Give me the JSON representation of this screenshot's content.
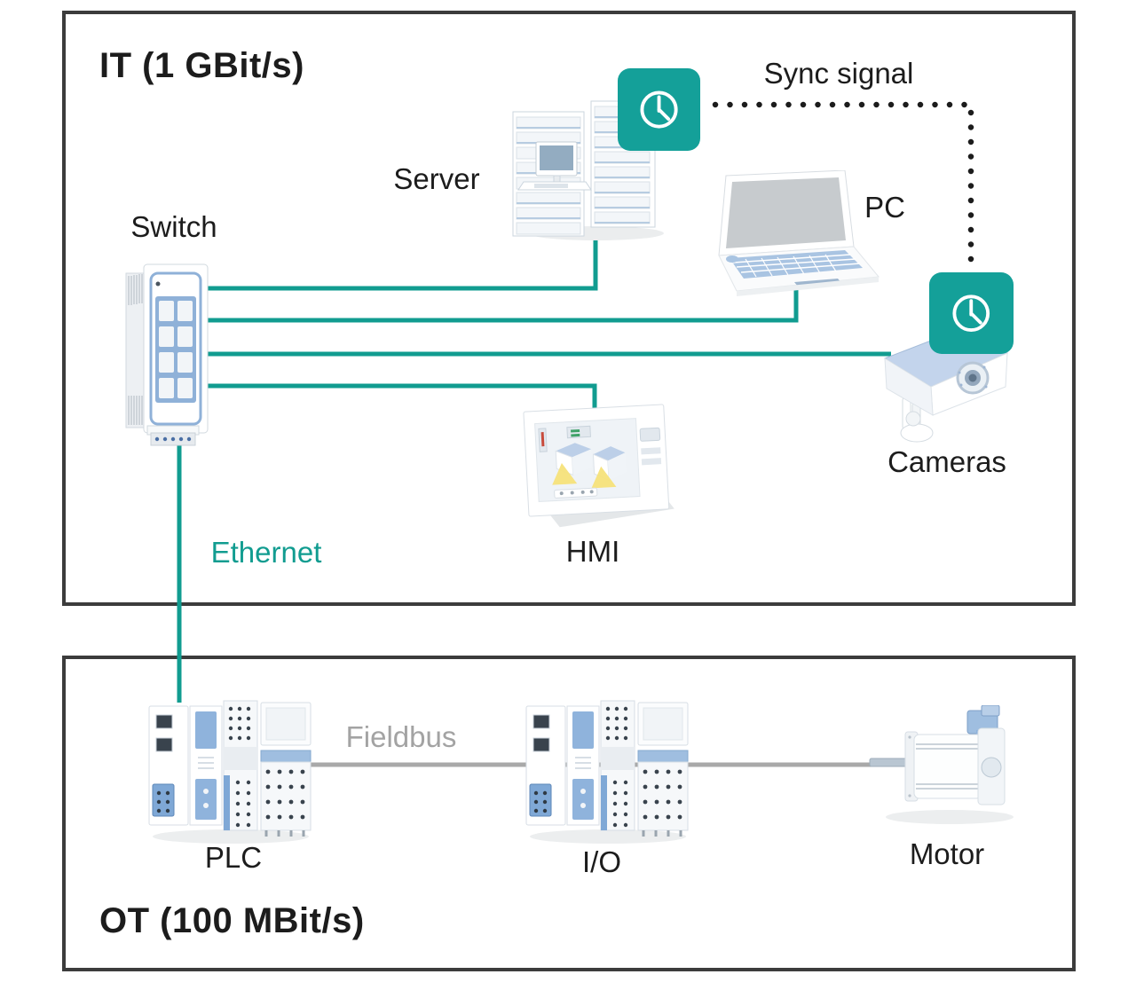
{
  "colors": {
    "accent_teal": "#119C90",
    "icon_teal": "#14A099",
    "box_border": "#3C3C3C",
    "text_dark": "#1C1C1C",
    "fieldbus_gray": "#A9A9A9",
    "fieldbus_text_gray": "#A3A3A3",
    "device_blue": "#8FB1D8",
    "device_blue_light": "#C3D4EC"
  },
  "it_zone": {
    "title": "IT (1 GBit/s)",
    "sync_signal_label": "Sync signal",
    "ethernet_label": "Ethernet",
    "nodes": {
      "switch": "Switch",
      "server": "Server",
      "pc": "PC",
      "cameras": "Cameras",
      "hmi": "HMI"
    }
  },
  "ot_zone": {
    "title": "OT (100 MBit/s)",
    "fieldbus_label": "Fieldbus",
    "nodes": {
      "plc": "PLC",
      "io": "I/O",
      "motor": "Motor"
    }
  }
}
